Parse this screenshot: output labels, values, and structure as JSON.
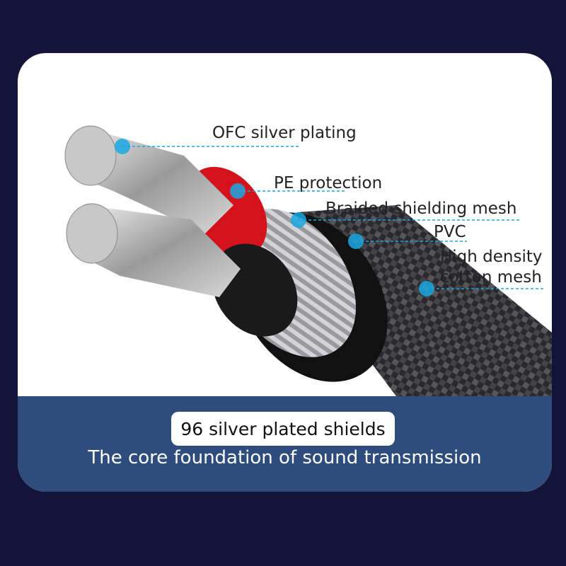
{
  "labels": {
    "ofc": "OFC silver plating",
    "pe": "PE protection",
    "braided": "Braided shielding mesh",
    "pvc": "PVC",
    "cotton_line1": "High density",
    "cotton_line2": "cotton mesh"
  },
  "headline": "96 silver plated shields",
  "subtitle": "The core foundation of sound transmission",
  "colors": {
    "background": "#14143a",
    "band": "#2e4c7c",
    "accent": "#1aa7e0"
  }
}
